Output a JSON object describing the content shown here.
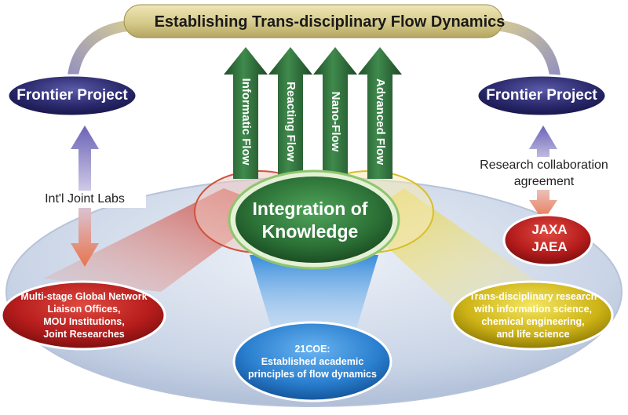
{
  "banner": {
    "title": "Establishing Trans-disciplinary Flow Dynamics"
  },
  "frontier_left": {
    "label": "Frontier Project"
  },
  "frontier_right": {
    "label": "Frontier Project"
  },
  "intl_joint_labs": {
    "label": "Int'l Joint Labs"
  },
  "research_collab": {
    "line1": "Research collaboration",
    "line2": "agreement"
  },
  "flows": [
    {
      "label": "Informatic Flow"
    },
    {
      "label": "Reacting Flow"
    },
    {
      "label": "Nano-Flow"
    },
    {
      "label": "Advanced Flow"
    }
  ],
  "center": {
    "line1": "Integration of",
    "line2": "Knowledge"
  },
  "jaxa": {
    "line1": "JAXA",
    "line2": "JAEA"
  },
  "red_node": {
    "lines": [
      "Multi-stage Global Network",
      "Liaison Offices,",
      "MOU Institutions,",
      "Joint Researches"
    ]
  },
  "yellow_node": {
    "lines": [
      "Trans-disciplinary research",
      "with information science,",
      "chemical engineering,",
      "and life science"
    ]
  },
  "blue_node": {
    "lines": [
      "21COE:",
      "Established academic",
      "principles of flow dynamics"
    ]
  },
  "colors": {
    "banner": "#d8cc8f",
    "frontier": "#2b2a6e",
    "arrow_green": "#2e6b3a",
    "center_green": "#2f7a3a",
    "red": "#b81f1f",
    "yellow": "#d8c11a",
    "blue": "#2a7fcf",
    "platform": "#c8d4e6"
  }
}
